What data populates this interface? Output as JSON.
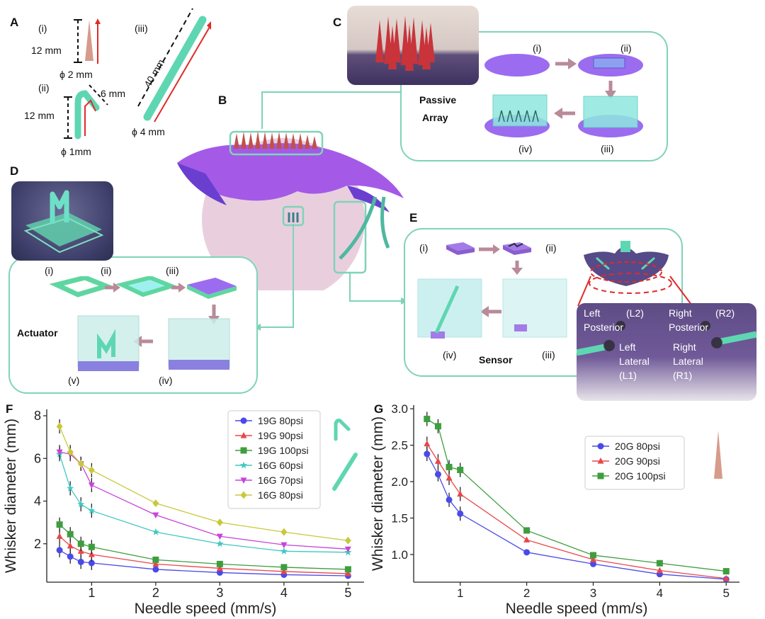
{
  "panels": {
    "A": {
      "letter": "A",
      "items": [
        {
          "roman": "(i)",
          "height": "12 mm",
          "diameter": "ϕ 2 mm"
        },
        {
          "roman": "(ii)",
          "height": "12 mm",
          "bend": "6 mm",
          "diameter": "ϕ 1mm"
        },
        {
          "roman": "(iii)",
          "length": "40 mm",
          "diameter": "ϕ 4 mm"
        }
      ]
    },
    "B": {
      "letter": "B"
    },
    "C": {
      "letter": "C",
      "title": "Passive Array",
      "title_line1": "Passive",
      "title_line2": "Array",
      "steps": [
        "(i)",
        "(ii)",
        "(iii)",
        "(iv)"
      ]
    },
    "D": {
      "letter": "D",
      "title": "Actuator",
      "steps": [
        "(i)",
        "(ii)",
        "(iii)",
        "(iv)",
        "(v)"
      ]
    },
    "E": {
      "letter": "E",
      "title": "Sensor",
      "steps": [
        "(i)",
        "(ii)",
        "(iii)",
        "(iv)"
      ],
      "sensor_labels": {
        "left_posterior_line1": "Left",
        "left_posterior_line2": "Posterior",
        "l2": "(L2)",
        "right_posterior_line1": "Right",
        "right_posterior_line2": "Posterior",
        "r2": "(R2)",
        "left_lateral_line1": "Left",
        "left_lateral_line2": "Lateral",
        "l1": "(L1)",
        "right_lateral_line1": "Right",
        "right_lateral_line2": "Lateral",
        "r1": "(R1)"
      }
    },
    "F": {
      "letter": "F"
    },
    "G": {
      "letter": "G"
    }
  },
  "colors": {
    "box_border": "#7fd3b8",
    "arrow_pink": "#b98a98",
    "whisker_red": "#c0504d",
    "ray_purple": "#9b5ce0",
    "teal": "#5fd6b2"
  },
  "chart_data": [
    {
      "type": "line",
      "xlabel": "Needle speed (mm/s)",
      "ylabel": "Whisker diameter (mm)",
      "x": [
        0.5,
        0.667,
        0.833,
        1,
        2,
        3,
        4,
        5
      ],
      "xticks": [
        "1",
        "2",
        "3",
        "4",
        "5"
      ],
      "xtick_values": [
        1,
        2,
        3,
        4,
        5
      ],
      "yticks": [
        "2",
        "4",
        "6",
        "8"
      ],
      "ytick_values": [
        2,
        4,
        6,
        8
      ],
      "xlim": [
        0.3,
        5.25
      ],
      "ylim": [
        0.2,
        8.3
      ],
      "legend_position": "top-right",
      "grid": false,
      "series": [
        {
          "name": "19G 80psi",
          "color": "#4a4ae8",
          "marker": "circle",
          "values": [
            1.7,
            1.4,
            1.15,
            1.1,
            0.8,
            0.65,
            0.55,
            0.5
          ]
        },
        {
          "name": "19G 90psi",
          "color": "#e8474a",
          "marker": "triangle-up",
          "values": [
            2.35,
            1.9,
            1.65,
            1.5,
            1.05,
            0.85,
            0.7,
            0.6
          ]
        },
        {
          "name": "19G 100psi",
          "color": "#3e9e3e",
          "marker": "square",
          "values": [
            2.9,
            2.45,
            2.0,
            1.85,
            1.25,
            1.05,
            0.9,
            0.8
          ]
        },
        {
          "name": "16G 60psi",
          "color": "#40c8c0",
          "marker": "star",
          "values": [
            6.2,
            4.6,
            3.85,
            3.55,
            2.55,
            2.0,
            1.65,
            1.6
          ]
        },
        {
          "name": "16G 70psi",
          "color": "#c844d8",
          "marker": "triangle-down",
          "values": [
            6.3,
            6.2,
            5.75,
            4.75,
            3.35,
            2.35,
            1.95,
            1.75
          ]
        },
        {
          "name": "16G 80psi",
          "color": "#c8c83a",
          "marker": "diamond",
          "values": [
            7.5,
            6.3,
            5.75,
            5.45,
            3.9,
            3.0,
            2.55,
            2.15
          ]
        }
      ]
    },
    {
      "type": "line",
      "xlabel": "Needle speed (mm/s)",
      "ylabel": "Whisker diameter (mm)",
      "x": [
        0.5,
        0.667,
        0.833,
        1,
        2,
        3,
        4,
        5
      ],
      "xticks": [
        "1",
        "2",
        "3",
        "4",
        "5"
      ],
      "xtick_values": [
        1,
        2,
        3,
        4,
        5
      ],
      "yticks": [
        "1.0",
        "1.5",
        "2.0",
        "2.5",
        "3.0"
      ],
      "ytick_values": [
        1.0,
        1.5,
        2.0,
        2.5,
        3.0
      ],
      "xlim": [
        0.3,
        5.2
      ],
      "ylim": [
        0.62,
        3.05
      ],
      "legend_position": "top-right",
      "grid": false,
      "series": [
        {
          "name": "20G 80psi",
          "color": "#4a4ae8",
          "marker": "circle",
          "values": [
            2.38,
            2.1,
            1.75,
            1.56,
            1.03,
            0.87,
            0.73,
            0.66
          ]
        },
        {
          "name": "20G 90psi",
          "color": "#e8474a",
          "marker": "triangle-up",
          "values": [
            2.52,
            2.28,
            2.05,
            1.83,
            1.2,
            0.93,
            0.78,
            0.67
          ]
        },
        {
          "name": "20G 100psi",
          "color": "#3e9e3e",
          "marker": "square",
          "values": [
            2.86,
            2.76,
            2.2,
            2.16,
            1.33,
            0.99,
            0.88,
            0.77
          ]
        }
      ]
    }
  ]
}
